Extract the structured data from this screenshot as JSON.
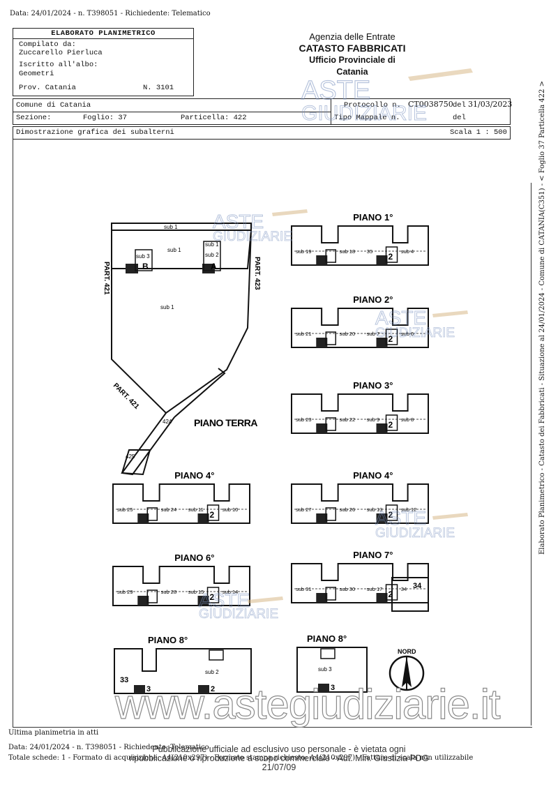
{
  "top_header": "Data: 24/01/2024 - n. T398051 - Richiedente: Telematico",
  "elaborato": {
    "title": "ELABORATO PLANIMETRICO",
    "compilato_label": "Compilato da:",
    "compilato_name": "Zuccarello Pierluca",
    "iscritto_label": "Iscritto all'albo:",
    "albo": "Geometri",
    "prov": "Prov. Catania",
    "numero": "N. 3101"
  },
  "agency": {
    "line1": "Agenzia delle Entrate",
    "line2": "CATASTO FABBRICATI",
    "line3": "Ufficio Provinciale di",
    "line4": "Catania"
  },
  "info": {
    "comune": "Comune di Catania",
    "sezione_label": "Sezione:",
    "foglio": "Foglio: 37",
    "particella": "Particella: 422",
    "protocollo_label": "Protocollo n.",
    "protocollo_value": "CT0038750",
    "del_label": "del",
    "protocollo_date": "31/03/2023",
    "tipo_mappale": "Tipo Mappale n.",
    "del2": "del"
  },
  "scale_row": {
    "description": "Dimostrazione grafica dei subalterni",
    "scale": "Scala 1 : 500"
  },
  "plans": {
    "piano_terra": {
      "label": "PIANO TERRA",
      "part_421": "PART. 421",
      "part_423": "PART. 423",
      "part_421b": "PART. 421",
      "n424": "424",
      "n425": "425",
      "sub1": "sub 1",
      "sub1b": "sub 1",
      "sub1c": "sub 1",
      "sub2": "sub 2",
      "sub3": "sub 3",
      "subl": "sub 1",
      "stairB": "B",
      "stairA": "A"
    },
    "piano1": {
      "label": "PIANO 1°",
      "a": "sub 19",
      "b": "sub 18",
      "c": "35",
      "d": "sub 4",
      "stair": "2"
    },
    "piano2": {
      "label": "PIANO 2°",
      "a": "sub 21",
      "b": "sub 20",
      "c": "sub 7",
      "d": "sub 6",
      "stair": "2"
    },
    "piano3": {
      "label": "PIANO 3°",
      "a": "sub 23",
      "b": "sub 22",
      "c": "sub 9",
      "d": "sub 8",
      "stair": "2"
    },
    "piano4a": {
      "label": "PIANO 4°",
      "a": "sub 25",
      "b": "sub 24",
      "c": "sub 11",
      "d": "sub 10",
      "stair": "2"
    },
    "piano4b": {
      "label": "PIANO 4°",
      "a": "sub 27",
      "b": "sub 26",
      "c": "sub 13",
      "d": "sub 12",
      "stair": "2"
    },
    "piano6": {
      "label": "PIANO 6°",
      "a": "sub 29",
      "b": "sub 28",
      "c": "sub 15",
      "d": "sub 14",
      "stair": "2"
    },
    "piano7": {
      "label": "PIANO 7°",
      "a": "sub 31",
      "b": "sub 30",
      "c": "sub 17",
      "d": "34",
      "e": "34",
      "stair": "2"
    },
    "piano8a": {
      "label": "PIANO 8°",
      "a": "33",
      "b": "sub 2",
      "stair1": "3",
      "stair2": "2"
    },
    "piano8b": {
      "label": "PIANO 8°",
      "a": "sub 3",
      "stair": "3"
    },
    "nord": "NORD"
  },
  "watermark": {
    "aste": "ASTE",
    "giudiziarie": "GIUDIZIARIE",
    "site": "www.astegiudiziarie.it"
  },
  "side_text": "Elaborato Planimetrico - Catasto dei Fabbricati - Situazione al 24/01/2024 - Comune di CATANIA(C351) - < Foglio 37 Particella 422 >",
  "footer": {
    "ultima": "Ultima planimetria in atti",
    "data_line": "Data: 24/01/2024 - n. T398051 - Richiedente: Telematico",
    "totale": "Totale schede: 1 - Formato di acquisizione: A4(210x297) - Formato stampa richiesto: A4(210x297) - Fattore di scala non utilizzabile",
    "disclaimer1": "Pubblicazione ufficiale ad esclusivo uso personale - è vietata ogni",
    "disclaimer2": "ripubblicazione o riproduzione a scopo commerciale - Aut. Min. Giustizia PDG 21/07/09"
  }
}
